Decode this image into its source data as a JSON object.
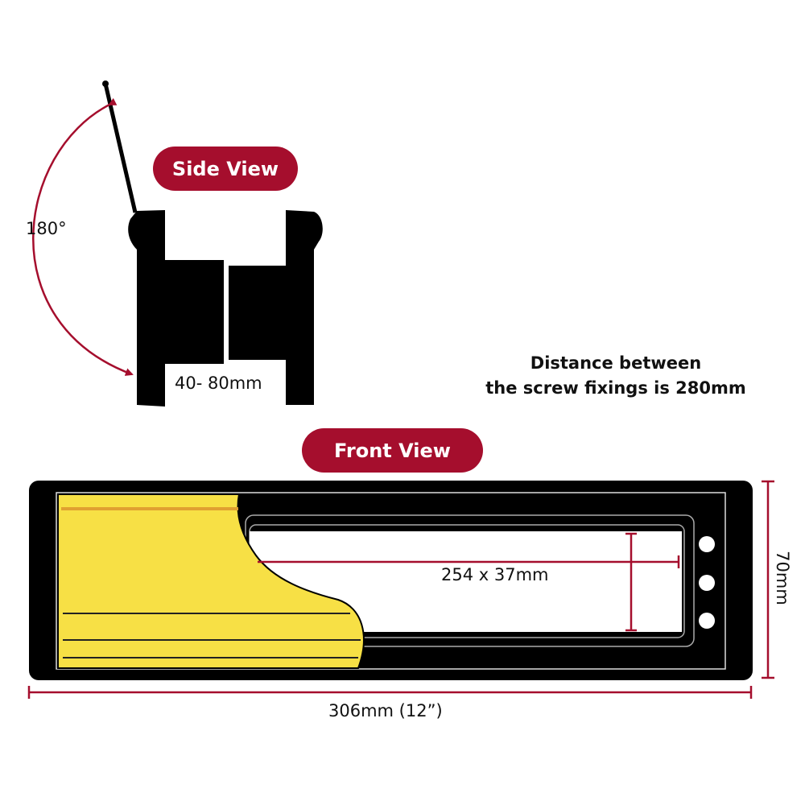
{
  "side_view": {
    "title": "Side View",
    "angle_label": "180°",
    "thickness_label": "40- 80mm"
  },
  "front_view": {
    "title": "Front View",
    "aperture_label": "254 x 37mm",
    "height_label": "70mm",
    "width_label": "306mm (12”)"
  },
  "note": {
    "line1": "Distance between",
    "line2": "the screw fixings is 280mm"
  },
  "colors": {
    "accent": "#a50e2d",
    "body": "#000000",
    "brush": "#f7e045"
  }
}
